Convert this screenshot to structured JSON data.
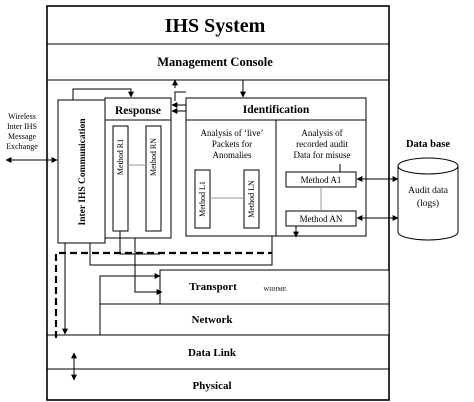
{
  "system": {
    "title": "IHS System",
    "console": "Management Console",
    "inter_ihs": "Inter IHS Communication",
    "response": {
      "title": "Response",
      "method_first": "Method R1",
      "method_last": "Method RN"
    },
    "identification": {
      "title": "Identification",
      "live": {
        "line1": "Analysis of ‘live’",
        "line2": "Packets for",
        "line3": "Anomalies",
        "method_first": "Method L1",
        "method_last": "Method LN"
      },
      "audit": {
        "line1": "Analysis of",
        "line2": "recorded audit",
        "line3": "Data for misuse",
        "method_first": "Method A1",
        "method_last": "Method AN"
      }
    },
    "layers": {
      "transport": "Transport",
      "network": "Network",
      "datalink": "Data Link",
      "physical": "Physical",
      "wiihme": "WIIHME"
    }
  },
  "external": {
    "wireless": [
      "Wireless",
      "Inter IHS",
      "Message",
      "Exchange"
    ],
    "database": {
      "title": "Data base",
      "line1": "Audit data",
      "line2": "(logs)"
    }
  }
}
